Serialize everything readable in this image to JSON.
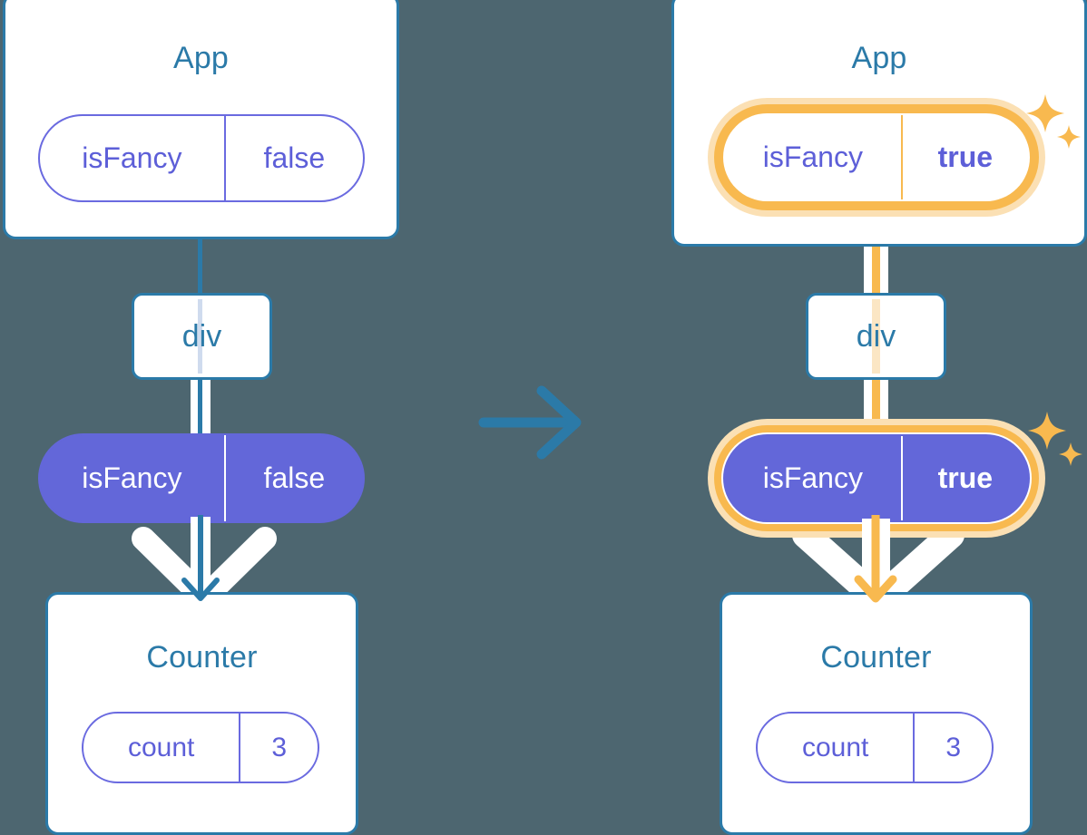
{
  "meta": {
    "background_color": "#4d6670",
    "blue": "#2b7aa8",
    "purple": "#6367d9",
    "purple_outline": "#6a6ae0",
    "highlight_orange": "#f8b94f",
    "highlight_glow": "#fbe0b4",
    "white": "#ffffff"
  },
  "panels": [
    {
      "id": "before",
      "highlighted": false,
      "app": {
        "title": "App",
        "state_pill": {
          "key": "isFancy",
          "value": "false",
          "bold_value": false,
          "style": "outline",
          "highlighted": false
        }
      },
      "div": {
        "label": "div"
      },
      "props_pill": {
        "key": "isFancy",
        "value": "false",
        "bold_value": false,
        "style": "filled",
        "highlighted": false
      },
      "counter": {
        "title": "Counter",
        "state_pill": {
          "key": "count",
          "value": "3",
          "bold_value": false,
          "style": "outline",
          "highlighted": false
        }
      },
      "connector_color": "#2b7aa8",
      "sparkles": false
    },
    {
      "id": "after",
      "highlighted": true,
      "app": {
        "title": "App",
        "state_pill": {
          "key": "isFancy",
          "value": "true",
          "bold_value": true,
          "style": "outline",
          "highlighted": true
        }
      },
      "div": {
        "label": "div"
      },
      "props_pill": {
        "key": "isFancy",
        "value": "true",
        "bold_value": true,
        "style": "filled",
        "highlighted": true
      },
      "counter": {
        "title": "Counter",
        "state_pill": {
          "key": "count",
          "value": "3",
          "bold_value": false,
          "style": "outline",
          "highlighted": false
        }
      },
      "connector_color": "#f8b94f",
      "sparkles": true
    }
  ],
  "transition_arrow": {
    "name": "right-arrow",
    "color": "#2b7aa8",
    "direction": "right"
  }
}
